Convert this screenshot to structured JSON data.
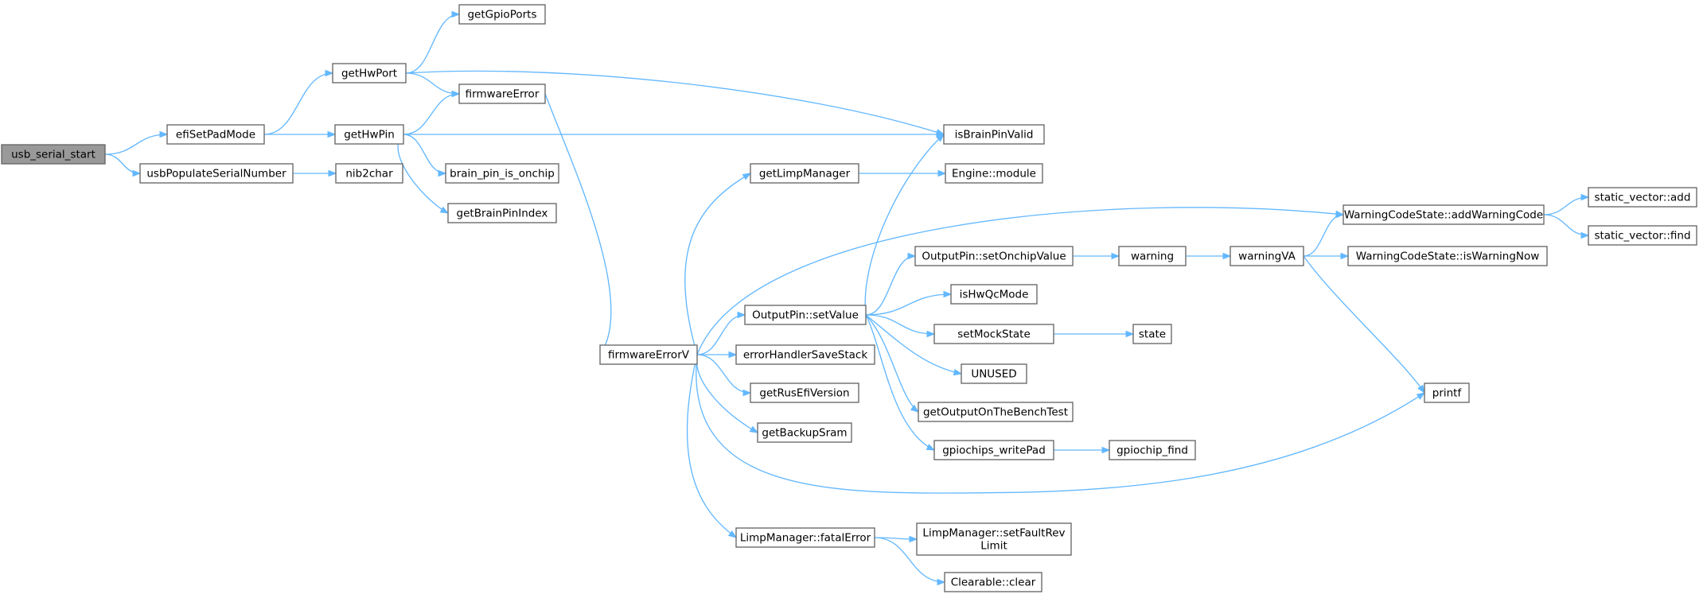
{
  "graph": {
    "root": "usb_serial_start",
    "colors": {
      "root_fill": "#999999",
      "node_fill": "#ffffff",
      "node_border": "#666666",
      "edge": "#63b8ff"
    },
    "nodes": [
      {
        "id": "usb_serial_start",
        "label": "usb_serial_start"
      },
      {
        "id": "efiSetPadMode",
        "label": "efiSetPadMode"
      },
      {
        "id": "usbPopulateSerialNumber",
        "label": "usbPopulateSerialNumber"
      },
      {
        "id": "getHwPort",
        "label": "getHwPort"
      },
      {
        "id": "getHwPin",
        "label": "getHwPin"
      },
      {
        "id": "nib2char",
        "label": "nib2char"
      },
      {
        "id": "getGpioPorts",
        "label": "getGpioPorts"
      },
      {
        "id": "firmwareError",
        "label": "firmwareError"
      },
      {
        "id": "brain_pin_is_onchip",
        "label": "brain_pin_is_onchip"
      },
      {
        "id": "getBrainPinIndex",
        "label": "getBrainPinIndex"
      },
      {
        "id": "isBrainPinValid",
        "label": "isBrainPinValid"
      },
      {
        "id": "firmwareErrorV",
        "label": "firmwareErrorV"
      },
      {
        "id": "getLimpManager",
        "label": "getLimpManager"
      },
      {
        "id": "OutputPin::setValue",
        "label": "OutputPin::setValue"
      },
      {
        "id": "errorHandlerSaveStack",
        "label": "errorHandlerSaveStack"
      },
      {
        "id": "getRusEfiVersion",
        "label": "getRusEfiVersion"
      },
      {
        "id": "getBackupSram",
        "label": "getBackupSram"
      },
      {
        "id": "LimpManager::fatalError",
        "label": "LimpManager::fatalError"
      },
      {
        "id": "Engine::module",
        "label": "Engine::module"
      },
      {
        "id": "WarningCodeState::addWarningCode",
        "label": "WarningCodeState::addWarningCode"
      },
      {
        "id": "OutputPin::setOnchipValue",
        "label": "OutputPin::setOnchipValue"
      },
      {
        "id": "isHwQcMode",
        "label": "isHwQcMode"
      },
      {
        "id": "setMockState",
        "label": "setMockState"
      },
      {
        "id": "UNUSED",
        "label": "UNUSED"
      },
      {
        "id": "getOutputOnTheBenchTest",
        "label": "getOutputOnTheBenchTest"
      },
      {
        "id": "gpiochips_writePad",
        "label": "gpiochips_writePad"
      },
      {
        "id": "LimpManager::setFaultRevLimit",
        "label": [
          "LimpManager::setFaultRev",
          "Limit"
        ]
      },
      {
        "id": "Clearable::clear",
        "label": "Clearable::clear"
      },
      {
        "id": "warning",
        "label": "warning"
      },
      {
        "id": "state",
        "label": "state"
      },
      {
        "id": "gpiochip_find",
        "label": "gpiochip_find"
      },
      {
        "id": "warningVA",
        "label": "warningVA"
      },
      {
        "id": "WarningCodeState::isWarningNow",
        "label": "WarningCodeState::isWarningNow"
      },
      {
        "id": "printf",
        "label": "printf"
      },
      {
        "id": "static_vector::add",
        "label": "static_vector::add"
      },
      {
        "id": "static_vector::find",
        "label": "static_vector::find"
      }
    ],
    "edges": [
      [
        "usb_serial_start",
        "efiSetPadMode"
      ],
      [
        "usb_serial_start",
        "usbPopulateSerialNumber"
      ],
      [
        "efiSetPadMode",
        "getHwPort"
      ],
      [
        "efiSetPadMode",
        "getHwPin"
      ],
      [
        "usbPopulateSerialNumber",
        "nib2char"
      ],
      [
        "getHwPort",
        "getGpioPorts"
      ],
      [
        "getHwPort",
        "firmwareError"
      ],
      [
        "getHwPort",
        "isBrainPinValid"
      ],
      [
        "getHwPin",
        "firmwareError"
      ],
      [
        "getHwPin",
        "isBrainPinValid"
      ],
      [
        "getHwPin",
        "brain_pin_is_onchip"
      ],
      [
        "getHwPin",
        "getBrainPinIndex"
      ],
      [
        "firmwareError",
        "firmwareErrorV"
      ],
      [
        "firmwareErrorV",
        "getLimpManager"
      ],
      [
        "firmwareErrorV",
        "WarningCodeState::addWarningCode"
      ],
      [
        "firmwareErrorV",
        "OutputPin::setValue"
      ],
      [
        "firmwareErrorV",
        "errorHandlerSaveStack"
      ],
      [
        "firmwareErrorV",
        "getRusEfiVersion"
      ],
      [
        "firmwareErrorV",
        "getBackupSram"
      ],
      [
        "firmwareErrorV",
        "printf"
      ],
      [
        "firmwareErrorV",
        "LimpManager::fatalError"
      ],
      [
        "getLimpManager",
        "Engine::module"
      ],
      [
        "OutputPin::setValue",
        "isBrainPinValid"
      ],
      [
        "OutputPin::setValue",
        "OutputPin::setOnchipValue"
      ],
      [
        "OutputPin::setValue",
        "isHwQcMode"
      ],
      [
        "OutputPin::setValue",
        "setMockState"
      ],
      [
        "OutputPin::setValue",
        "UNUSED"
      ],
      [
        "OutputPin::setValue",
        "getOutputOnTheBenchTest"
      ],
      [
        "OutputPin::setValue",
        "gpiochips_writePad"
      ],
      [
        "OutputPin::setOnchipValue",
        "warning"
      ],
      [
        "warning",
        "warningVA"
      ],
      [
        "warningVA",
        "WarningCodeState::addWarningCode"
      ],
      [
        "warningVA",
        "WarningCodeState::isWarningNow"
      ],
      [
        "warningVA",
        "printf"
      ],
      [
        "setMockState",
        "state"
      ],
      [
        "gpiochips_writePad",
        "gpiochip_find"
      ],
      [
        "LimpManager::fatalError",
        "LimpManager::setFaultRevLimit"
      ],
      [
        "LimpManager::fatalError",
        "Clearable::clear"
      ],
      [
        "WarningCodeState::addWarningCode",
        "static_vector::add"
      ],
      [
        "WarningCodeState::addWarningCode",
        "static_vector::find"
      ]
    ]
  }
}
